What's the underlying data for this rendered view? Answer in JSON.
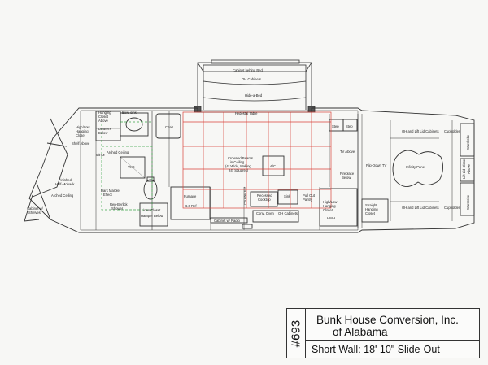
{
  "title_block": {
    "drawing_number": "#693",
    "company_line1": "Bunk House Conversion, Inc.",
    "company_line2": "of Alabama",
    "wall_note": "Short Wall: 18' 10\" Slide-Out"
  },
  "labels": {
    "cabinet_behind_bed": "Cabinet behind Bed",
    "oh_cabinets_top": "OH Cabinets",
    "hide_a_bed": "Hide-a-Bed",
    "pedestal_table": "Pedestal Table",
    "hanging_closet": "Hanging",
    "hanging_closet2": "Closet",
    "hanging_closet3": "Above",
    "drawers_below": "Drawers",
    "drawers_below2": "Below",
    "bowl_sink": "Bowl sink",
    "high_low_closet": "High/Low",
    "high_low_closet2": "Hanging",
    "high_low_closet3": "Closet",
    "shelf_above": "Shelf Above",
    "chair": "Chair",
    "arched_ceiling_bath": "Arched Ceiling",
    "vent": "Vent",
    "mirror": "Mirror",
    "finished_half_moback": "Finished",
    "finished_half_moback2": "Half-Moback",
    "arched_ceiling_front": "Arched Ceiling",
    "cabinet_w_shelves": "Cabinet w/",
    "cabinet_w_shelves2": "Shelves",
    "dark_marble": "Dark Marble",
    "dark_marble2": "Effect",
    "ren_bubble": "Ren-Berlick",
    "ren_bubble2": "Shower",
    "linen_closet": "Linen Closet",
    "hamper_below": "Hamper Below",
    "furnace": "Furnace",
    "ref": "6.0 Ref",
    "cabinet_w_radio": "Cabinet w/ Radio",
    "crowned_beams": "Crowned Beams",
    "crowned_beams2": "in Ceiling",
    "crowned_beams3": "(4\" Wide, Making",
    "crowned_beams4": "24\" Squares)",
    "ac": "A/C",
    "recessed_cooktop": "Recessed",
    "recessed_cooktop2": "Cooktop",
    "sink": "Sink",
    "conv_oven": "Conv. Oven",
    "oh_cabinets_mid": "OH Cabinets",
    "pull_out_pantry": "Pull Out",
    "pull_out_pantry2": "Pantry",
    "counter_ext": "Counter Ext.",
    "step1": "Step",
    "step2": "Step",
    "tv_above": "TV Above",
    "fireplace_below": "Fireplace",
    "fireplace_below2": "Below",
    "hl_closet2": "High/Low",
    "hl_closet2b": "Hanging",
    "hl_closet2c": "Closet",
    "hwh": "HWH",
    "straight_closet": "Straight",
    "straight_closet2": "Hanging",
    "straight_closet3": "Closet",
    "flip_down_tv": "Flip-Down TV",
    "infinity_panel": "Infinity Panel",
    "oh_lift_top": "OH and Lift Lid Cabinets",
    "oh_lift_bottom": "OH and Lift Lid Cabinets",
    "cupholder_top": "Cupholder",
    "cupholder_bottom": "Cupholder",
    "wardrobe_top": "Wardrobe",
    "wardrobe_bottom": "Wardrobe",
    "lift_lid_closet": "Lift Lid Closet",
    "lift_lid_closet2": "Above"
  },
  "colors": {
    "line": "#333333",
    "beam_grid": "#d9423a",
    "bath_dashed": "#3aa447"
  }
}
